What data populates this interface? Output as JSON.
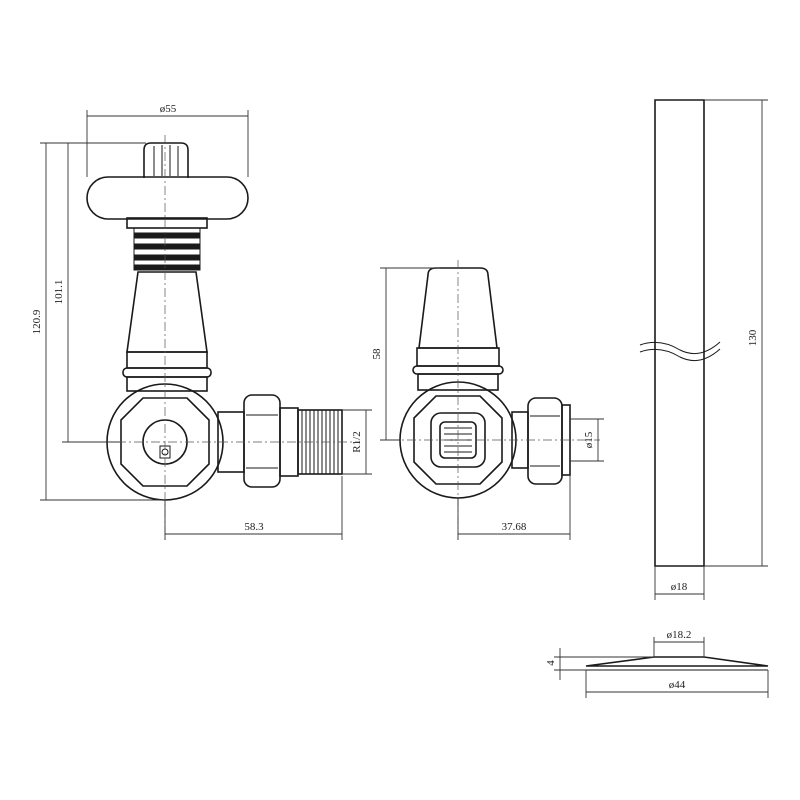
{
  "dimensions": {
    "valve_head_diameter": "ø55",
    "overall_height": "120.9",
    "body_height": "101.1",
    "side_offset": "58.3",
    "thread_size": "R1/2",
    "lockshield_height": "58",
    "pipe_diameter": "ø15",
    "lockshield_offset": "37.68",
    "sleeve_length": "130",
    "sleeve_diameter": "ø18",
    "shroud_height": "4",
    "shroud_inner_diameter": "ø18.2",
    "shroud_outer_diameter": "ø44"
  }
}
